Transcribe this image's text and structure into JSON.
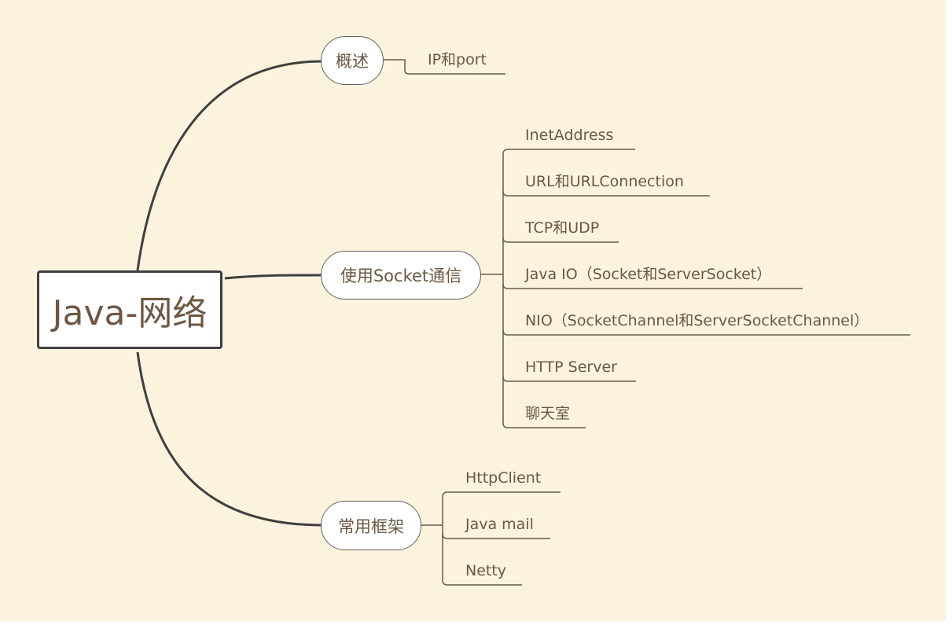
{
  "root": {
    "label": "Java-网络"
  },
  "branches": [
    {
      "label": "概述",
      "children": [
        "IP和port"
      ]
    },
    {
      "label": "使用Socket通信",
      "children": [
        "InetAddress",
        "URL和URLConnection",
        "TCP和UDP",
        "Java IO（Socket和ServerSocket）",
        "NIO（SocketChannel和ServerSocketChannel）",
        "HTTP Server",
        "聊天室"
      ]
    },
    {
      "label": "常用框架",
      "children": [
        "HttpClient",
        "Java mail",
        "Netty"
      ]
    }
  ],
  "colors": {
    "background": "#fbf3de",
    "text": "#6b5744",
    "main_link": "#3f3f3f",
    "leaf_line": "#6b5a4a"
  }
}
